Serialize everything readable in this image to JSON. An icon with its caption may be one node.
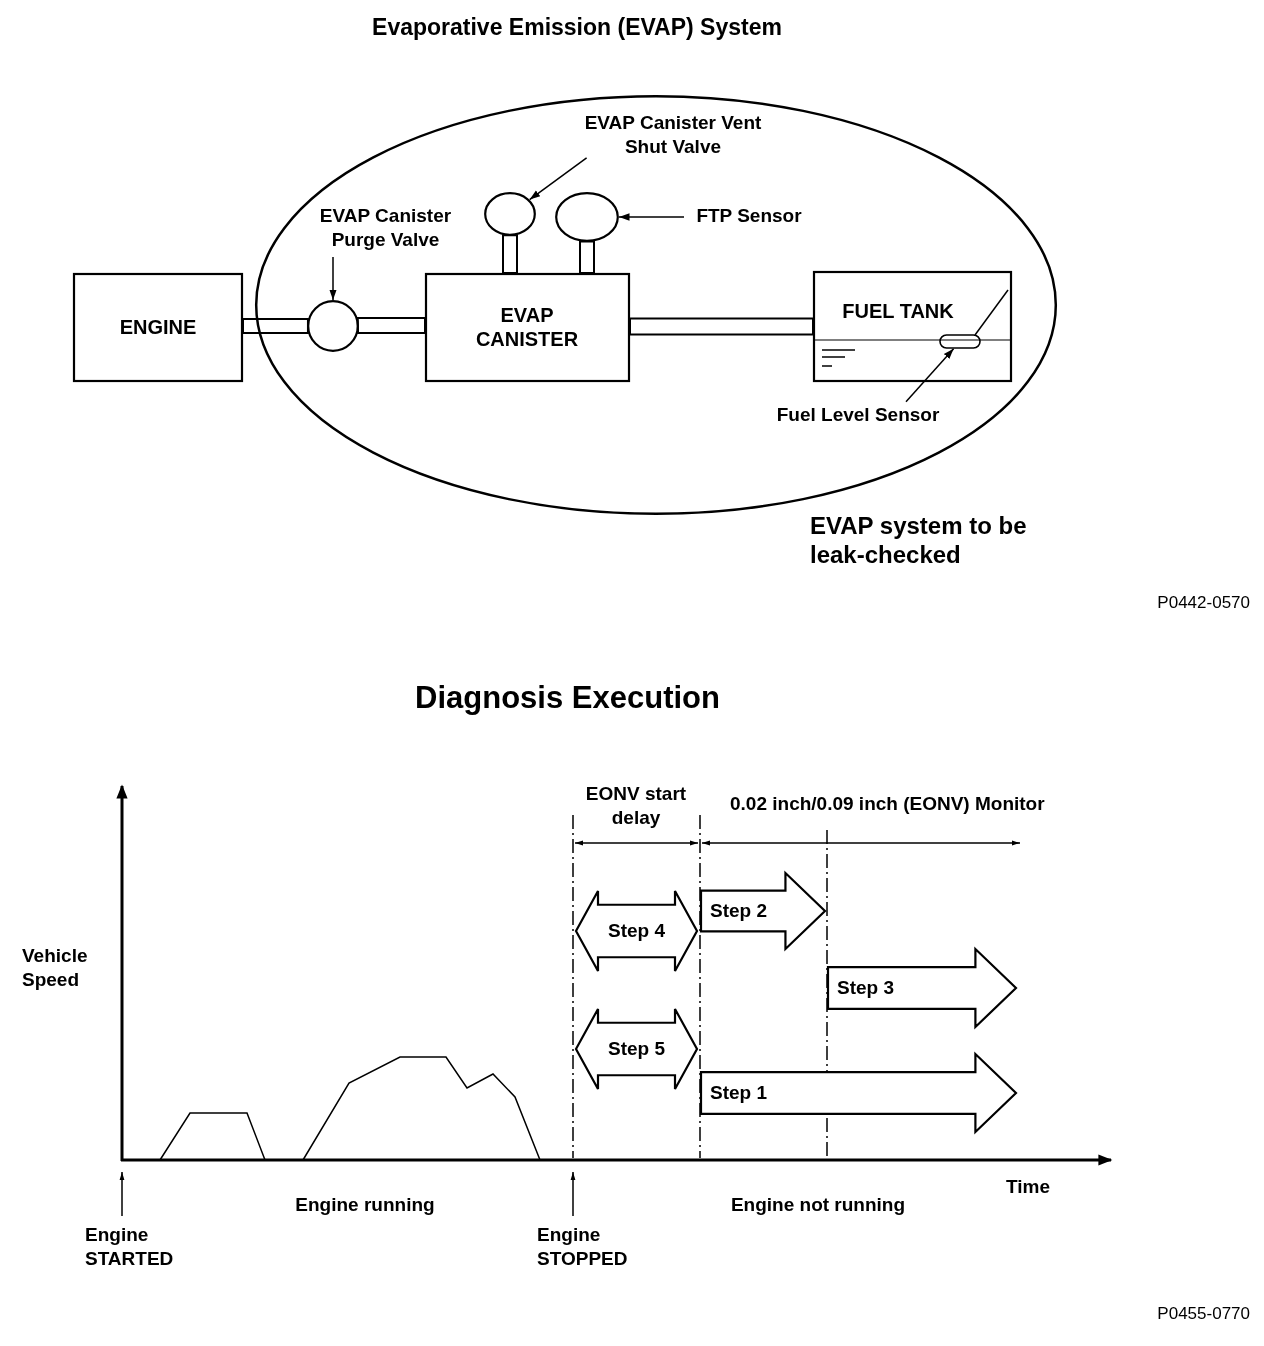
{
  "diagram": {
    "title": "Evaporative Emission (EVAP) System",
    "nodes": [
      {
        "text": [
          "EVAP system to be leak-checked"
        ]
      },
      {
        "text": [
          "ENGINE"
        ]
      },
      {
        "text": [
          "EVAP Canister Purge Valve"
        ],
        "in": 0
      },
      {
        "text": [],
        "shape": "circle",
        "in": 0
      },
      {
        "text": [
          "EVAP Canister Vent Shut Valve"
        ],
        "in": 0
      },
      {
        "text": [],
        "shape": "circle",
        "in": 0
      },
      {
        "text": [],
        "shape": "circle",
        "in": 0
      },
      {
        "text": [
          "FTP Sensor"
        ],
        "in": 0
      },
      {
        "text": [
          "EVAP CANISTER"
        ],
        "in": 0
      },
      {
        "text": [
          "FUEL TANK"
        ],
        "in": 0
      },
      {
        "text": [],
        "shape": "capsule",
        "in": 9
      },
      {
        "text": [
          "Fuel Level Sensor"
        ],
        "in": 0
      },
      {
        "text": [
          "Step 4"
        ]
      },
      {
        "text": [
          "Step 2"
        ]
      },
      {
        "text": [
          "Step 3"
        ]
      },
      {
        "text": [
          "Step 5"
        ]
      },
      {
        "text": [
          "Step 1"
        ]
      }
    ],
    "edges": [
      {
        "from": 2,
        "to": 3,
        "arrow": "to"
      },
      {
        "from": 4,
        "to": 5,
        "arrow": "to"
      },
      {
        "from": 7,
        "to": 6,
        "arrow": "to"
      },
      {
        "from": 1,
        "to": 3,
        "arrow": "none"
      },
      {
        "from": 3,
        "to": 8,
        "arrow": "none"
      },
      {
        "from": 8,
        "to": 5,
        "arrow": "none"
      },
      {
        "from": 8,
        "to": 6,
        "arrow": "none"
      },
      {
        "from": 8,
        "to": 9,
        "arrow": "none"
      },
      {
        "from": 11,
        "to": 10,
        "arrow": "to"
      }
    ],
    "labels": [
      "P0442-0570",
      "Diagnosis Execution",
      "EONV start delay",
      "0.02 inch/0.09 inch (EONV) Monitor",
      "Vehicle Speed",
      "Time",
      "Engine running",
      "Engine not running",
      "Engine STARTED",
      "Engine STOPPED",
      "P0455-0770"
    ]
  }
}
